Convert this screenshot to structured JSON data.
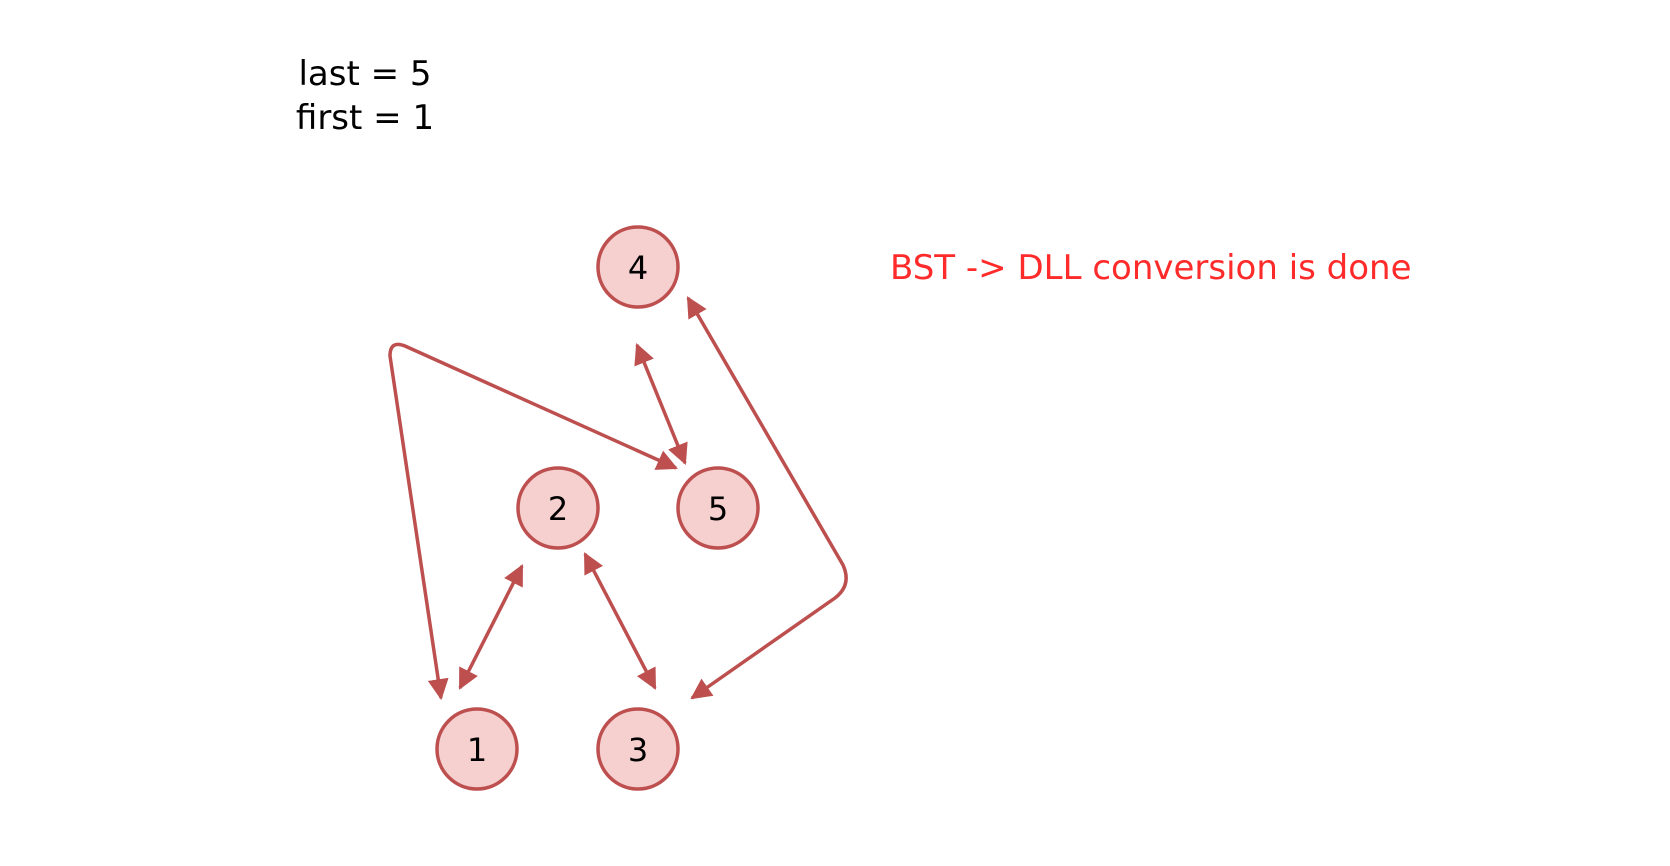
{
  "variables": {
    "last": "last = 5",
    "first": "first = 1"
  },
  "status_message": "BST -> DLL conversion is done",
  "nodes": [
    {
      "id": "n4",
      "label": "4"
    },
    {
      "id": "n2",
      "label": "2"
    },
    {
      "id": "n5",
      "label": "5"
    },
    {
      "id": "n1",
      "label": "1"
    },
    {
      "id": "n3",
      "label": "3"
    }
  ],
  "links": [
    {
      "from": "1",
      "to": "2",
      "bidirectional": true
    },
    {
      "from": "2",
      "to": "3",
      "bidirectional": true
    },
    {
      "from": "3",
      "to": "4",
      "bidirectional": true
    },
    {
      "from": "4",
      "to": "5",
      "bidirectional": true
    },
    {
      "from": "5",
      "to": "1",
      "bidirectional": true
    }
  ],
  "colors": {
    "node_fill": "#f6cfcf",
    "node_stroke": "#bd4f4f",
    "arrow": "#bd4f4f",
    "status_text": "#ff2a2a"
  }
}
